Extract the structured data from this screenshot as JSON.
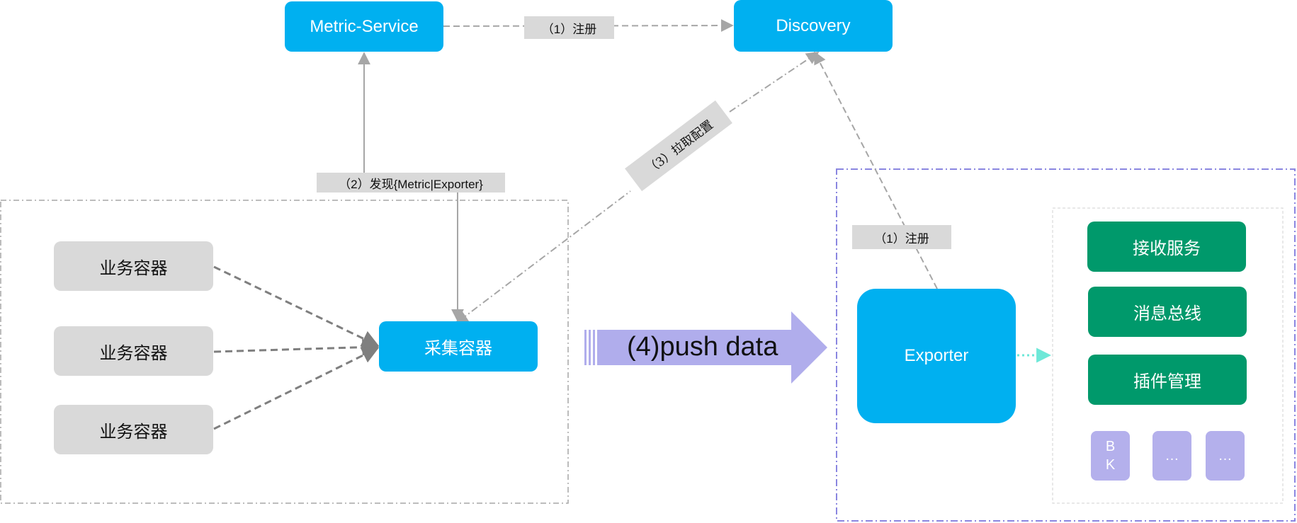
{
  "nodes": {
    "metric_service": "Metric-Service",
    "discovery": "Discovery",
    "collector": "采集容器",
    "exporter": "Exporter",
    "business": [
      "业务容器",
      "业务容器",
      "业务容器"
    ],
    "exporter_modules": [
      "接收服务",
      "消息总线",
      "插件管理"
    ],
    "plugins": [
      "B\nK",
      "…",
      "…"
    ]
  },
  "edges": {
    "register_metric": "（1）注册",
    "discover": "（2）发现{Metric|Exporter}",
    "pull_config": "（3）拉取配置",
    "register_exporter": "（1）注册",
    "push_data": "(4)push data"
  },
  "colors": {
    "node_blue": "#00b0f0",
    "node_gray": "#d9d9d9",
    "module_green": "#00996b",
    "plugin_purple": "#b4b0ec",
    "push_arrow": "#b0adec",
    "frame_blue": "#8a86e0",
    "dotted_link": "#6ee8d8"
  }
}
